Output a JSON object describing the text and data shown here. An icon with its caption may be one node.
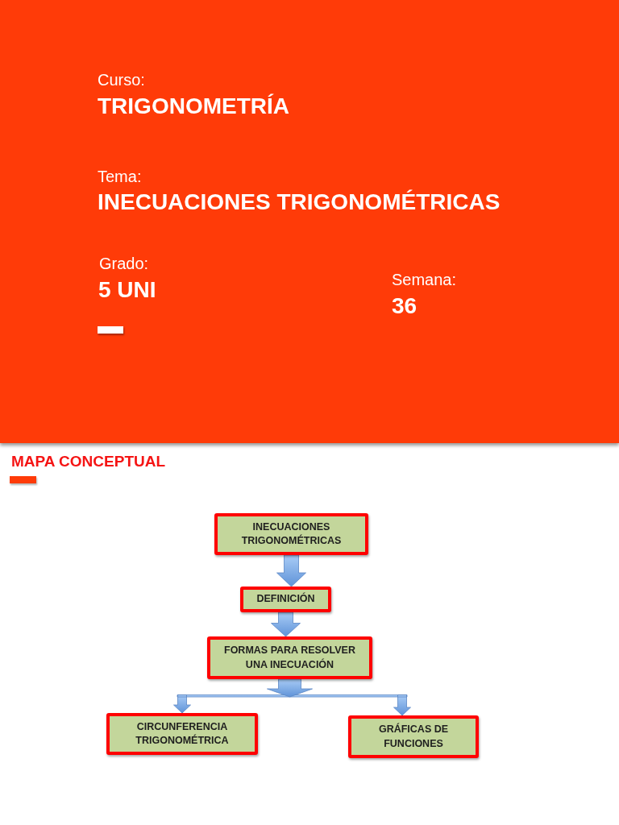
{
  "diagram": {
    "title": "MAPA CONCEPTUAL",
    "nodes": [
      {
        "text": [
          "INECUACIONES TRIGONOMÉTRICAS"
        ]
      },
      {
        "text": [
          "DEFINICIÓN"
        ]
      },
      {
        "text": [
          "FORMAS PARA RESOLVER UNA INECUACIÓN"
        ]
      },
      {
        "text": [
          "CIRCUNFERENCIA TRIGONOMÉTRICA"
        ]
      },
      {
        "text": [
          "GRÁFICAS DE FUNCIONES"
        ]
      }
    ],
    "edges": [
      {
        "from": 0,
        "to": 1,
        "arrow": "to"
      },
      {
        "from": 1,
        "to": 2,
        "arrow": "to"
      },
      {
        "from": 2,
        "to": 3,
        "arrow": "to"
      },
      {
        "from": 2,
        "to": 4,
        "arrow": "to"
      }
    ],
    "labels": [
      "Curso:",
      "TRIGONOMETRÍA",
      "Tema:",
      "INECUACIONES TRIGONOMÉTRICAS",
      "Grado:",
      "5 UNI",
      "Semana:",
      "36"
    ]
  }
}
